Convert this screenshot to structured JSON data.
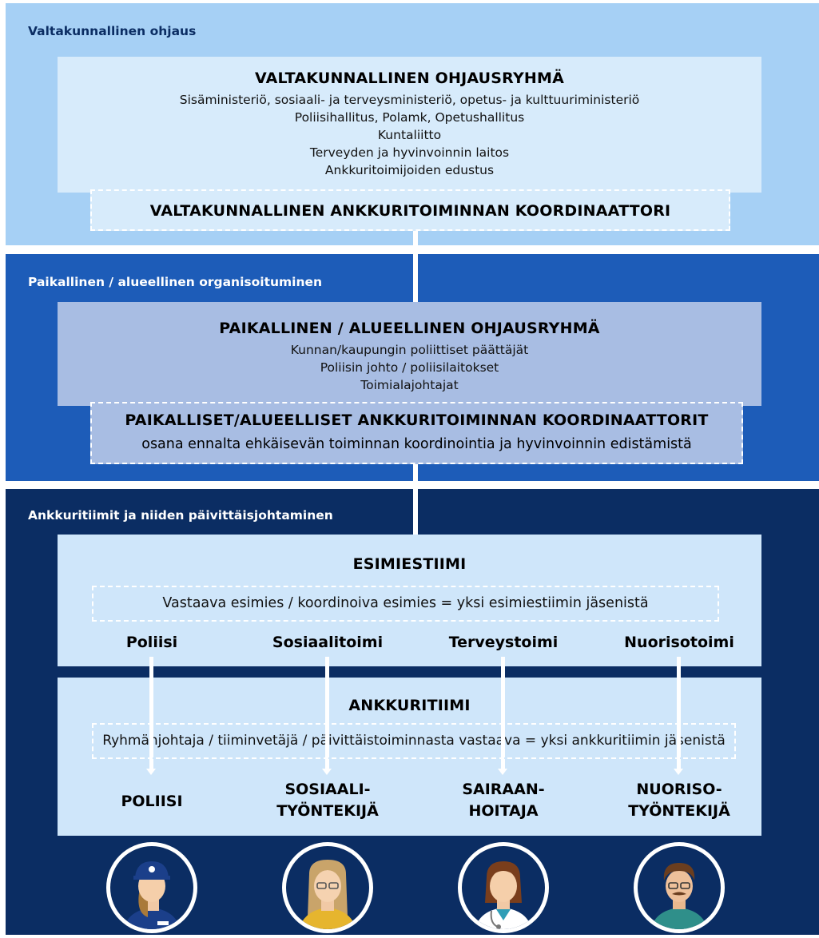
{
  "colors": {
    "band1": "#a6d0f5",
    "band2": "#1d5cb8",
    "band3": "#0b2d63",
    "box1": "#d7ebfb",
    "box2": "#a8bde3",
    "box3": "#cfe6fa",
    "accent": "#0b2d63"
  },
  "national": {
    "section_title": "Valtakunnallinen ohjaus",
    "group_title": "VALTAKUNNALLINEN OHJAUSRYHMÄ",
    "lines": [
      "Sisäministeriö, sosiaali- ja terveysministeriö, opetus- ja kulttuuriministeriö",
      "Poliisihallitus, Polamk, Opetushallitus",
      "Kuntaliitto",
      "Terveyden ja hyvinvoinnin laitos",
      "Ankkuritoimijoiden edustus"
    ],
    "coordinator": "VALTAKUNNALLINEN ANKKURITOIMINNAN KOORDINAATTORI"
  },
  "local": {
    "section_title": "Paikallinen / alueellinen organisoituminen",
    "group_title": "PAIKALLINEN / ALUEELLINEN OHJAUSRYHMÄ",
    "lines": [
      "Kunnan/kaupungin poliittiset päättäjät",
      "Poliisin johto / poliisilaitokset",
      "Toimialajohtajat"
    ],
    "coordinator_title": "PAIKALLISET/ALUEELLISET ANKKURITOIMINNAN KOORDINAATTORIT",
    "coordinator_sub": "osana ennalta ehkäisevän toiminnan koordinointia ja hyvinvoinnin edistämistä"
  },
  "teams": {
    "section_title": "Ankkuritiimit ja niiden päivittäisjohtaminen",
    "management_title": "ESIMIESTIIMI",
    "management_note": "Vastaava esimies / koordinoiva esimies = yksi esimiestiimin jäsenistä",
    "departments": [
      "Poliisi",
      "Sosiaalitoimi",
      "Terveystoimi",
      "Nuorisotoimi"
    ],
    "anchor_title": "ANKKURITIIMI",
    "anchor_note": "Ryhmänjohtaja / tiiminvetäjä / päivittäistoiminnasta vastaava = yksi ankkuritiimin jäsenistä",
    "roles": [
      {
        "line1": "POLIISI",
        "line2": "",
        "icon": "police-officer-icon"
      },
      {
        "line1": "SOSIAALI-",
        "line2": "TYÖNTEKIJÄ",
        "icon": "social-worker-icon"
      },
      {
        "line1": "SAIRAAN-",
        "line2": "HOITAJA",
        "icon": "nurse-icon"
      },
      {
        "line1": "NUORISO-",
        "line2": "TYÖNTEKIJÄ",
        "icon": "youth-worker-icon"
      }
    ]
  }
}
